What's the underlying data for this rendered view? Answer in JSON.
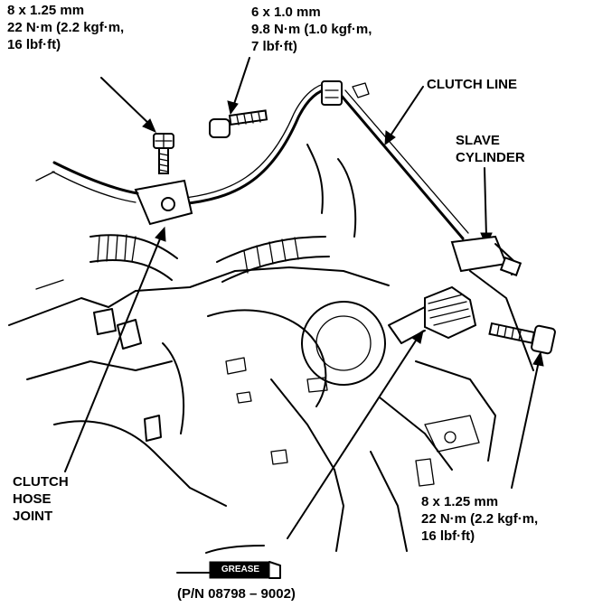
{
  "labels": {
    "bolt_top_left": [
      "8 x 1.25 mm",
      "22 N·m (2.2 kgf·m,",
      "16 lbf·ft)"
    ],
    "bolt_top_center": [
      "6 x 1.0 mm",
      "9.8 N·m (1.0 kgf·m,",
      "7 lbf·ft)"
    ],
    "clutch_line": "CLUTCH LINE",
    "slave_cylinder": [
      "SLAVE",
      "CYLINDER"
    ],
    "clutch_hose_joint": [
      "CLUTCH",
      "HOSE",
      "JOINT"
    ],
    "bolt_bottom_right": [
      "8 x 1.25 mm",
      "22 N·m (2.2 kgf·m,",
      "16 lbf·ft)"
    ],
    "grease_tube_text": "GREASE",
    "part_number": "(P/N 08798 – 9002)"
  }
}
